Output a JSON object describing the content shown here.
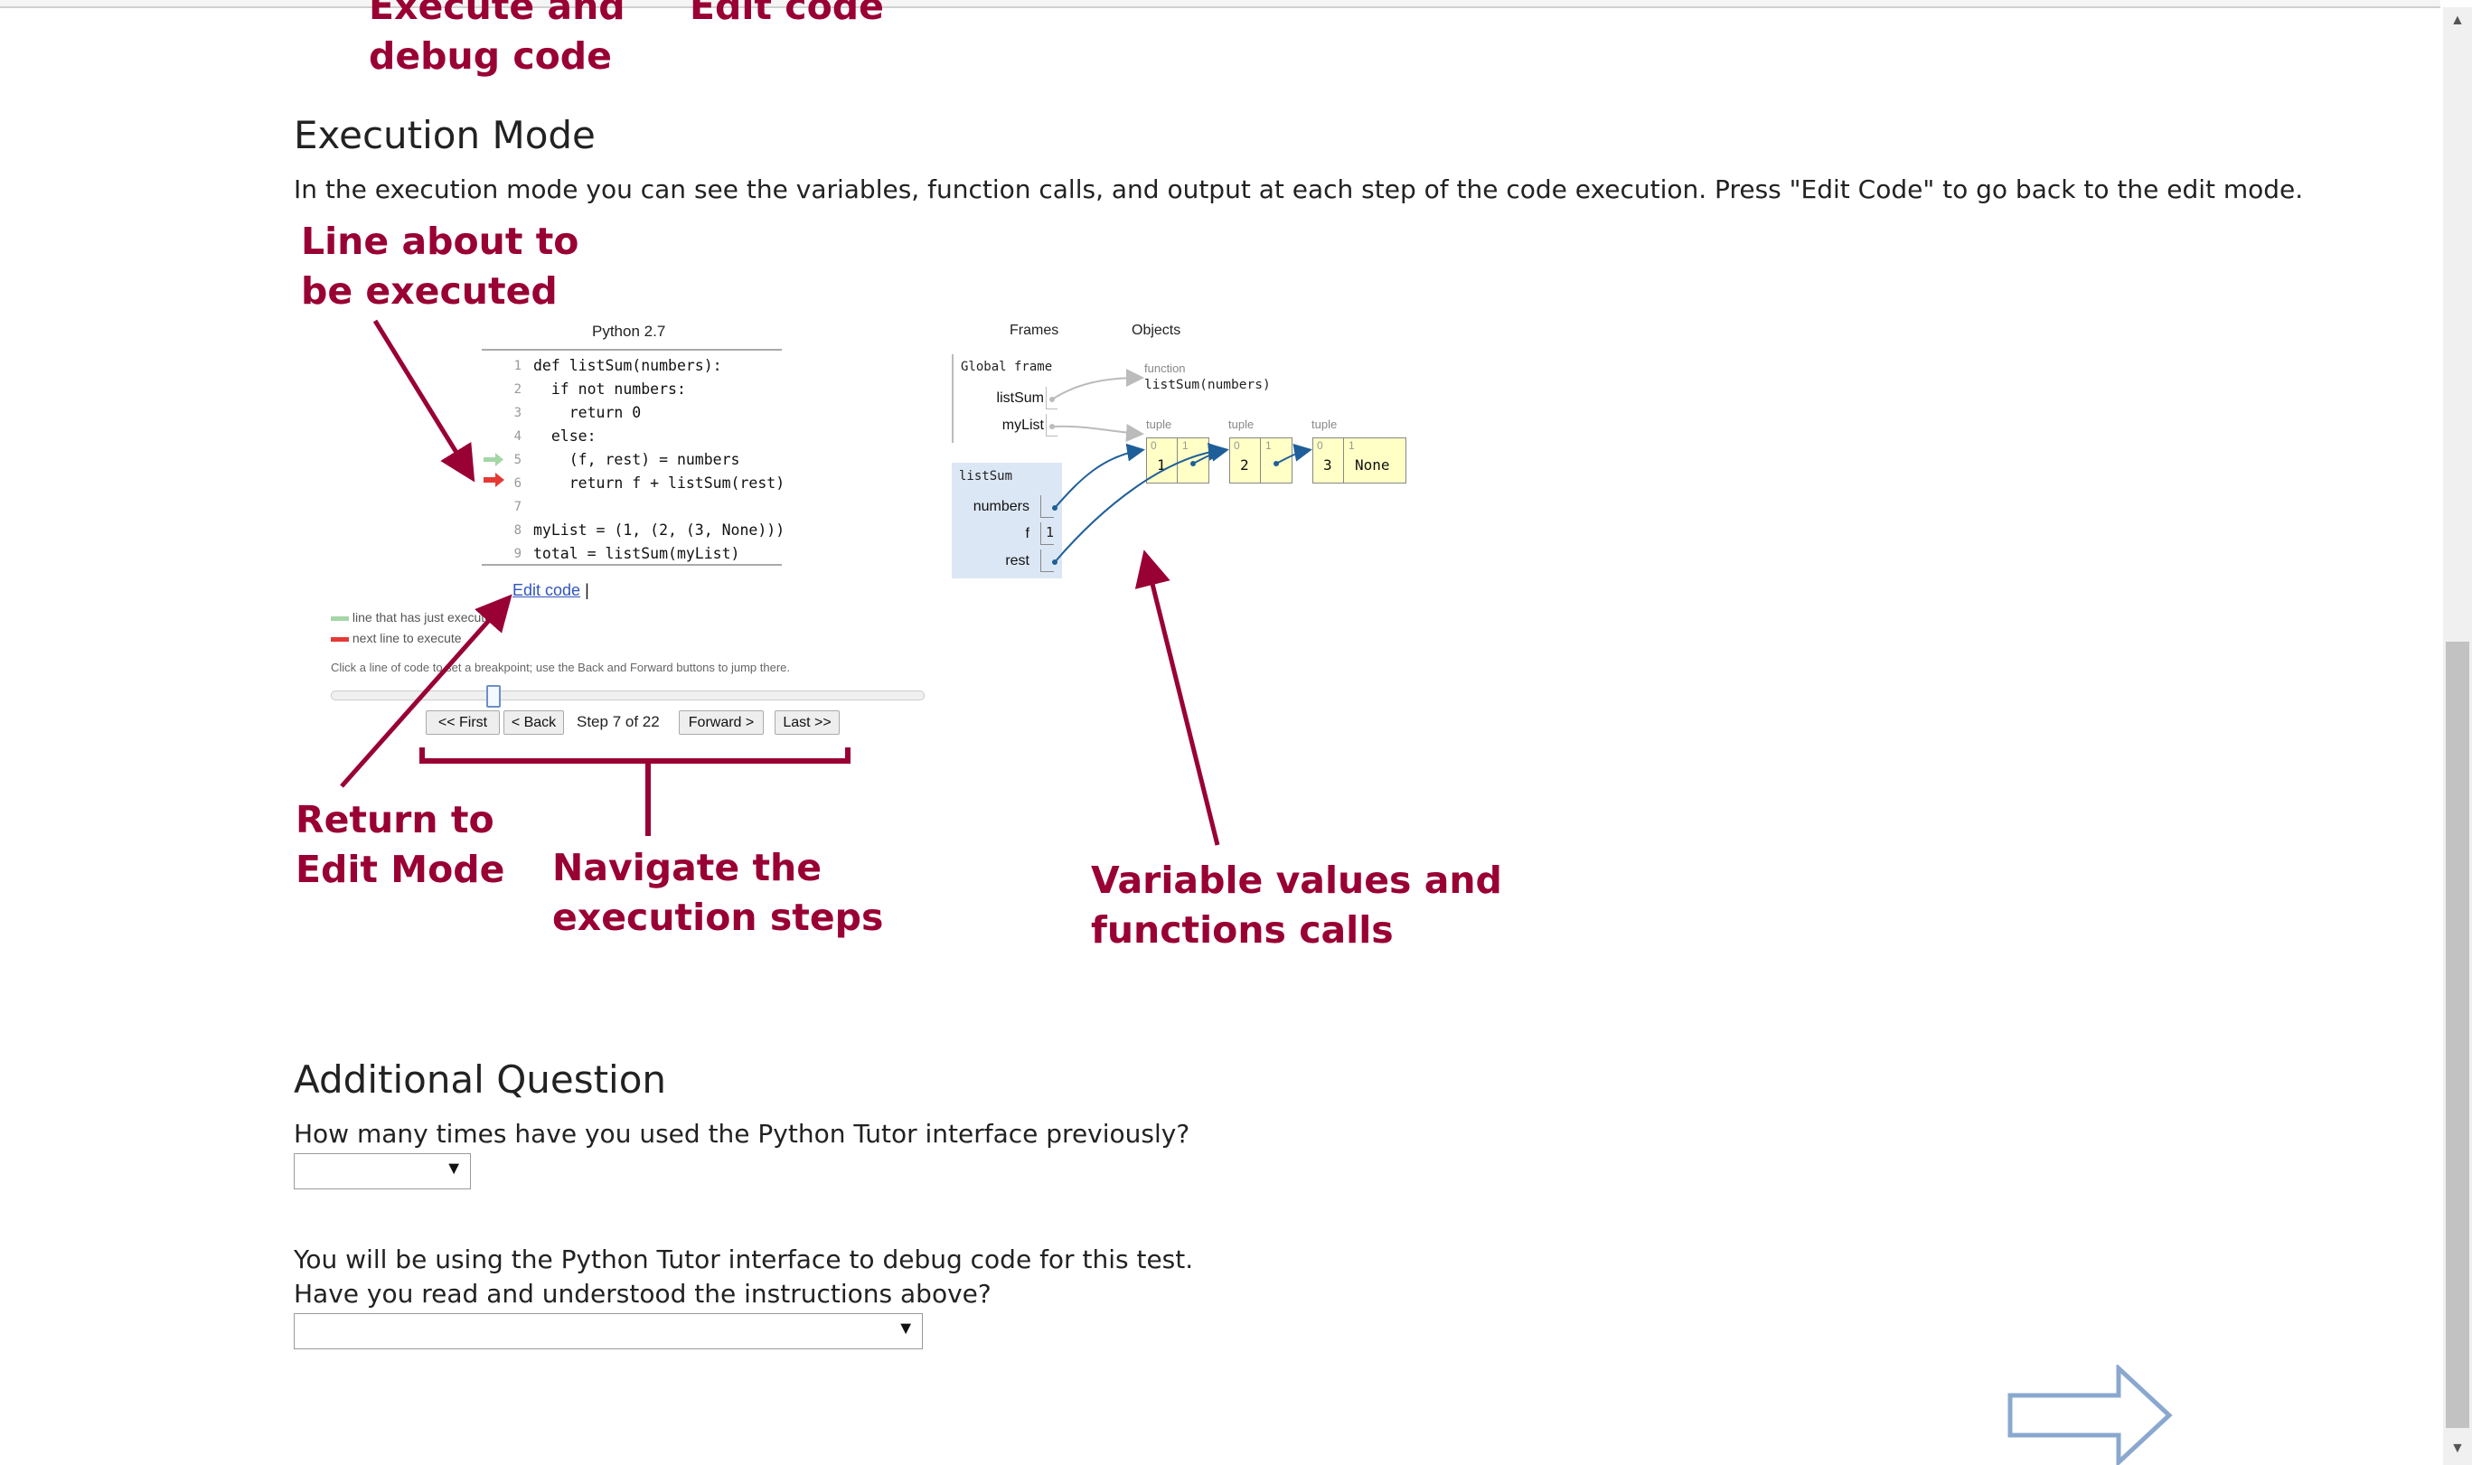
{
  "top_annotations": {
    "left": "Execute and\ndebug code",
    "left_line1": "Execute and",
    "left_line2": "debug code",
    "right": "Edit code"
  },
  "execution": {
    "heading": "Execution Mode",
    "description": "In the execution mode you can see the variables, function calls, and output at each step of the code execution. Press \"Edit Code\" to go back to the edit mode."
  },
  "annotations": {
    "line_about_l1": "Line about to",
    "line_about_l2": "be executed",
    "return_l1": "Return to",
    "return_l2": "Edit Mode",
    "navigate_l1": "Navigate the",
    "navigate_l2": "execution steps",
    "variables_l1": "Variable values and",
    "variables_l2": "functions calls"
  },
  "tutor": {
    "language": "Python 2.7",
    "code_lines": [
      {
        "n": "1",
        "text": "def listSum(numbers):"
      },
      {
        "n": "2",
        "text": "  if not numbers:"
      },
      {
        "n": "3",
        "text": "    return 0"
      },
      {
        "n": "4",
        "text": "  else:"
      },
      {
        "n": "5",
        "text": "    (f, rest) = numbers"
      },
      {
        "n": "6",
        "text": "    return f + listSum(rest)"
      },
      {
        "n": "7",
        "text": ""
      },
      {
        "n": "8",
        "text": "myList = (1, (2, (3, None)))"
      },
      {
        "n": "9",
        "text": "total = listSum(myList)"
      }
    ],
    "edit_link": "Edit code",
    "edit_sep": "|",
    "legend_done": "line that has just executed",
    "legend_next": "next line to execute",
    "hint": "Click a line of code to set a breakpoint; use the Back and Forward buttons to jump there.",
    "slider_fraction": 0.27,
    "buttons": {
      "first": "<< First",
      "back": "< Back",
      "forward": "Forward >",
      "last": "Last >>"
    },
    "step_text": "Step 7 of 22",
    "frames_header": "Frames",
    "objects_header": "Objects",
    "global_frame": "Global frame",
    "global_vars": [
      "listSum",
      "myList"
    ],
    "function_label": "function",
    "function_name": "listSum(numbers)",
    "call_frame": "listSum",
    "call_vars": {
      "numbers": "numbers",
      "f": "f",
      "f_value": "1",
      "rest": "rest"
    },
    "tuple_label": "tuple",
    "tuples": [
      {
        "i0": "0",
        "i1": "1",
        "v0": "1",
        "v1": ""
      },
      {
        "i0": "0",
        "i1": "1",
        "v0": "2",
        "v1": ""
      },
      {
        "i0": "0",
        "i1": "1",
        "v0": "3",
        "v1": "None"
      }
    ]
  },
  "additional": {
    "heading": "Additional Question",
    "q1": "How many times have you used the Python Tutor interface previously?",
    "q1_value": "",
    "q2_line1": "You will be using the Python Tutor interface to debug code for this test.",
    "q2_line2": "Have you read and understood the instructions above?",
    "q2_value": ""
  },
  "colors": {
    "annotation": "#990033",
    "frame_bg": "#dce7f5",
    "tuple_bg": "#ffffc6",
    "arrow_next": "#e53935",
    "arrow_done": "#a5d6a7",
    "next_arrow_outline": "#8aa8cf"
  }
}
